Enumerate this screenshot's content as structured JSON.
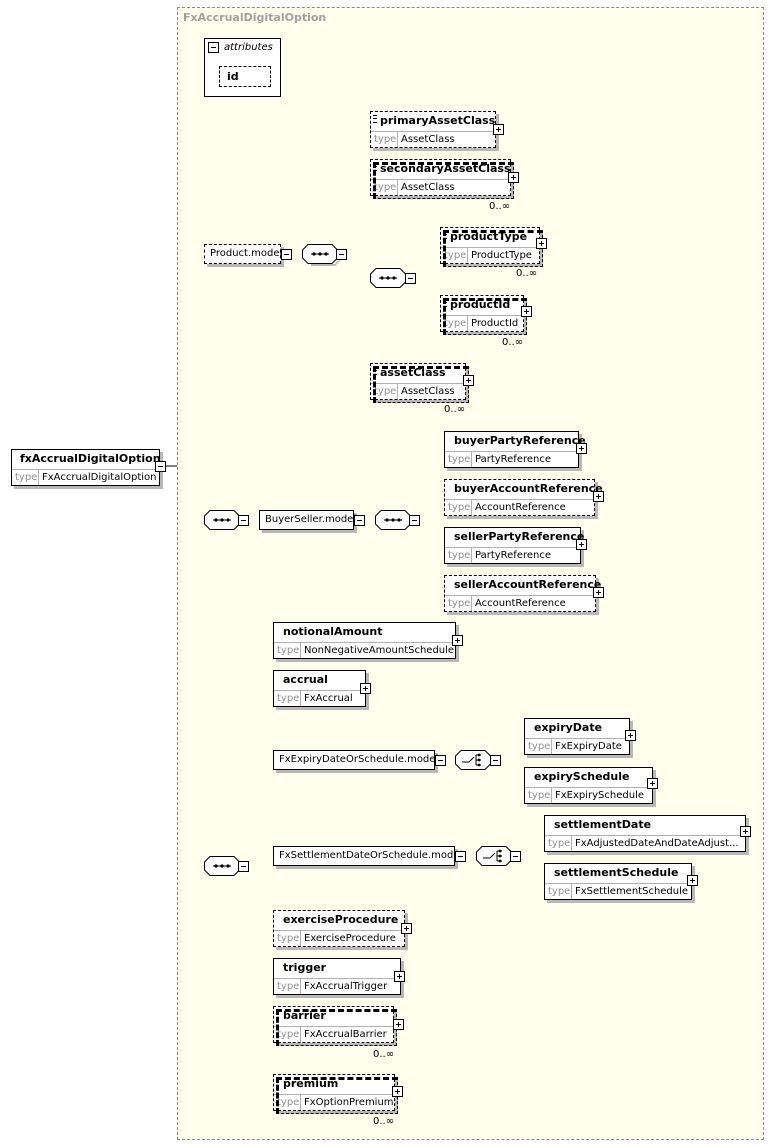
{
  "diagram": {
    "complex_type": "FxAccrualDigitalOption",
    "root": {
      "name": "fxAccrualDigitalOption",
      "type": "FxAccrualDigitalOption"
    },
    "attributes_label": "attributes",
    "attribute_id": "id",
    "type_label": "type",
    "groups": {
      "product_model": "Product.model",
      "buyer_seller_model": "BuyerSeller.model",
      "expiry_model": "FxExpiryDateOrSchedule.model",
      "settlement_model": "FxSettlementDateOrSchedule.model"
    },
    "elements": {
      "primaryAssetClass": {
        "name": "primaryAssetClass",
        "type": "AssetClass"
      },
      "secondaryAssetClass": {
        "name": "secondaryAssetClass",
        "type": "AssetClass",
        "card": "0..∞"
      },
      "productType": {
        "name": "productType",
        "type": "ProductType",
        "card": "0..∞"
      },
      "productId": {
        "name": "productId",
        "type": "ProductId",
        "card": "0..∞"
      },
      "assetClass": {
        "name": "assetClass",
        "type": "AssetClass",
        "card": "0..∞"
      },
      "buyerPartyReference": {
        "name": "buyerPartyReference",
        "type": "PartyReference"
      },
      "buyerAccountReference": {
        "name": "buyerAccountReference",
        "type": "AccountReference"
      },
      "sellerPartyReference": {
        "name": "sellerPartyReference",
        "type": "PartyReference"
      },
      "sellerAccountReference": {
        "name": "sellerAccountReference",
        "type": "AccountReference"
      },
      "notionalAmount": {
        "name": "notionalAmount",
        "type": "NonNegativeAmountSchedule"
      },
      "accrual": {
        "name": "accrual",
        "type": "FxAccrual"
      },
      "expiryDate": {
        "name": "expiryDate",
        "type": "FxExpiryDate"
      },
      "expirySchedule": {
        "name": "expirySchedule",
        "type": "FxExpirySchedule"
      },
      "settlementDate": {
        "name": "settlementDate",
        "type": "FxAdjustedDateAndDateAdjust..."
      },
      "settlementSchedule": {
        "name": "settlementSchedule",
        "type": "FxSettlementSchedule"
      },
      "exerciseProcedure": {
        "name": "exerciseProcedure",
        "type": "ExerciseProcedure"
      },
      "trigger": {
        "name": "trigger",
        "type": "FxAccrualTrigger"
      },
      "barrier": {
        "name": "barrier",
        "type": "FxAccrualBarrier",
        "card": "0..∞"
      },
      "premium": {
        "name": "premium",
        "type": "FxOptionPremium",
        "card": "0..∞"
      }
    }
  }
}
